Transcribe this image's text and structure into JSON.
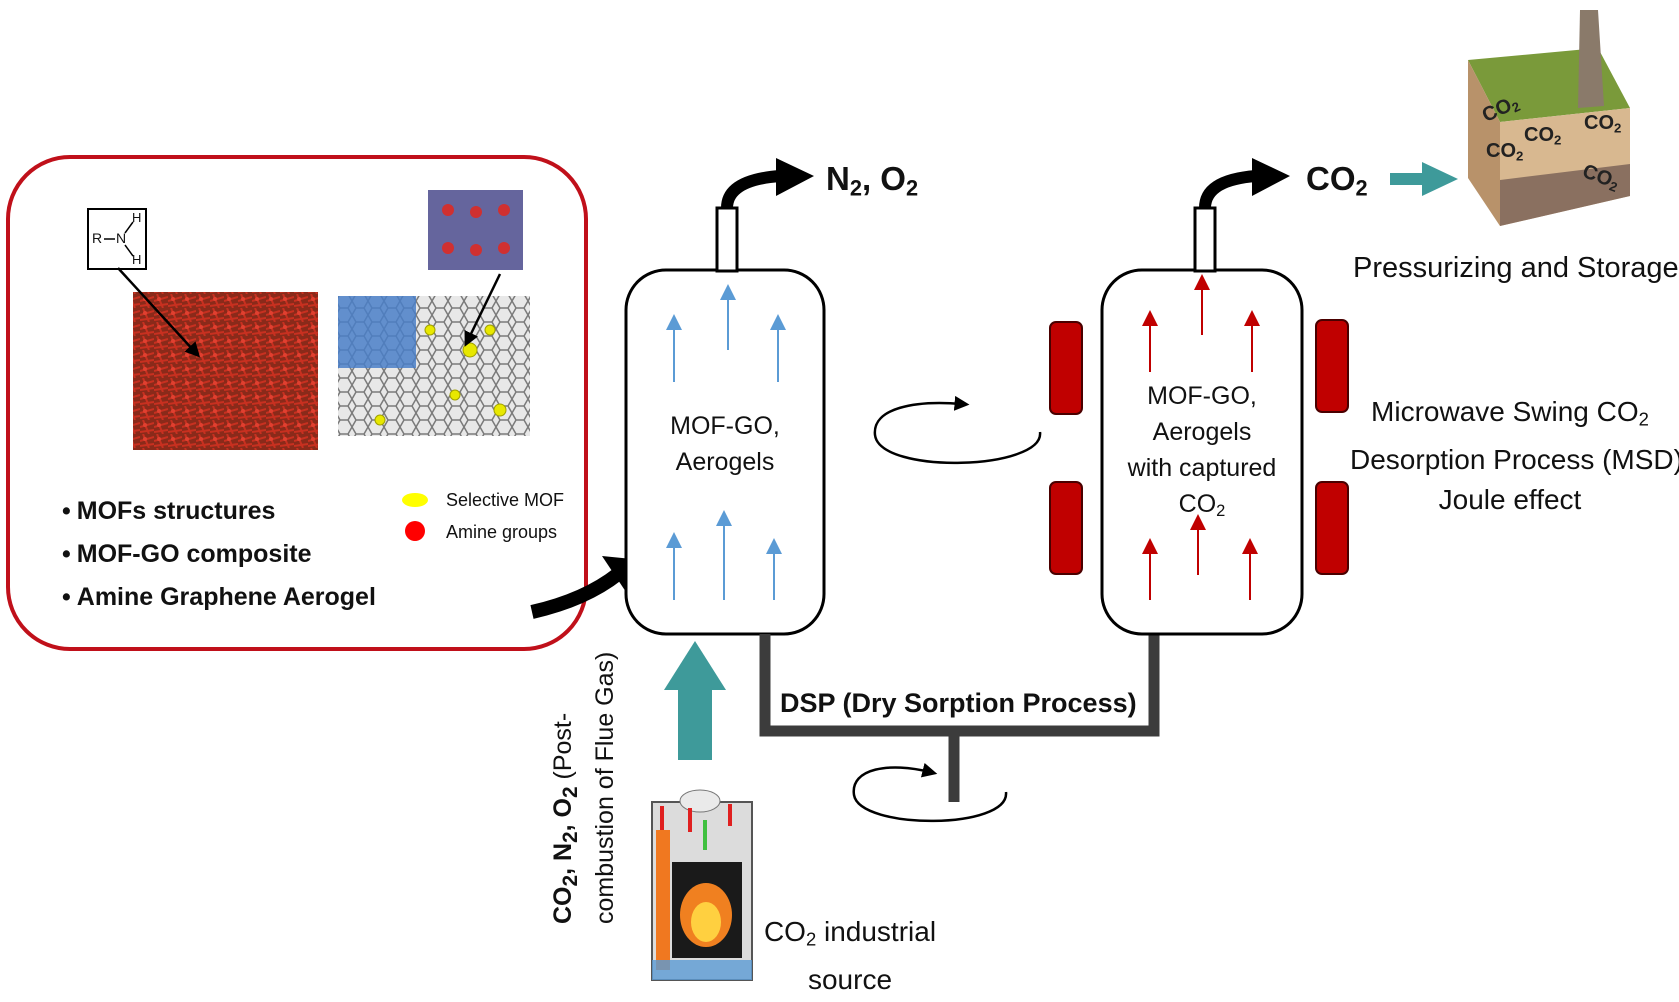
{
  "materials_panel": {
    "bullets": [
      "MOFs structures",
      "MOF-GO composite",
      "Amine Graphene Aerogel"
    ],
    "legend": [
      {
        "label": "Selective MOF",
        "color": "#ffff00"
      },
      {
        "label": "Amine groups",
        "color": "#ff0000"
      }
    ],
    "amine_atoms": {
      "r": "R",
      "n": "N",
      "h1": "H",
      "h2": "H"
    },
    "border_color": "#c0101a"
  },
  "sorption_column": {
    "label_line1": "MOF-GO,",
    "label_line2": "Aerogels",
    "outlet": {
      "main": "N",
      "sub": "2",
      "sep": ",",
      "main2": "O",
      "sub2": "2"
    },
    "arrow_color": "#5b9bd5"
  },
  "desorption_column": {
    "label_line1": "MOF-GO,",
    "label_line2": "Aerogels",
    "label_line3": "with captured",
    "label_line4_main": "CO",
    "label_line4_sub": "2",
    "outlet": {
      "main": "CO",
      "sub": "2"
    },
    "arrow_color": "#c00000",
    "heater_color": "#c00000"
  },
  "storage": {
    "label": "Pressurizing and Storage",
    "soil_labels": [
      "CO",
      "CO",
      "CO",
      "CO",
      "CO"
    ],
    "soil_sub": "2"
  },
  "msd": {
    "line1_main": "Microwave Swing CO",
    "line1_sub": "2",
    "line2": "Desorption Process (MSD),",
    "line3": "Joule effect"
  },
  "dsp": {
    "label": "DSP (Dry Sorption Process)"
  },
  "flue_gas": {
    "bold_part": [
      "CO",
      "2",
      ", N",
      "2",
      ", O",
      "2"
    ],
    "rest_line1": " (Post-",
    "line2": "combustion of Flue Gas)"
  },
  "industrial_source": {
    "line1_main": "CO",
    "line1_sub": "2",
    "line1_rest": " industrial",
    "line2": "source"
  },
  "colors": {
    "teal": "#3e9a9a",
    "pipe": "#3c3c3c",
    "black": "#000000"
  }
}
